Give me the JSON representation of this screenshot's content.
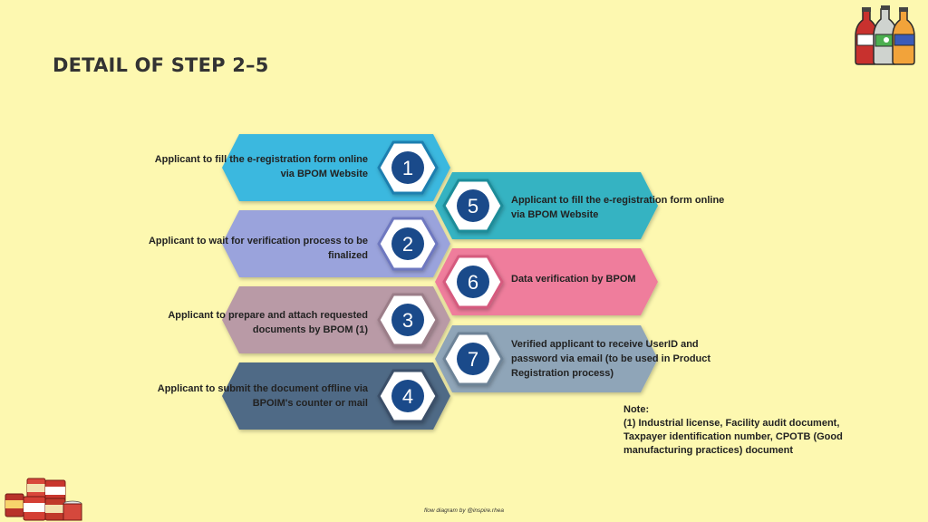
{
  "title": "DETAIL OF STEP 2–5",
  "colors": {
    "background": "#fdf8b0",
    "step1": "#3ab8df",
    "step2": "#9aa3dc",
    "step3": "#b99aa6",
    "step4": "#4f6a86",
    "step5": "#35b3c2",
    "step6": "#ef7d9c",
    "step7": "#8fa5b8",
    "circle": "#1a4a8a"
  },
  "steps": [
    {
      "number": "1",
      "line1": "Applicant to fill the e-registration form online",
      "line2": "via BPOM Website"
    },
    {
      "number": "2",
      "line1": "Applicant to wait for verification process to be",
      "line2": "finalized"
    },
    {
      "number": "3",
      "line1": "Applicant to prepare and attach requested",
      "line2": "documents by BPOM (1)"
    },
    {
      "number": "4",
      "line1": "Applicant to submit the document offline via",
      "line2": "BPOIM's counter or mail"
    },
    {
      "number": "5",
      "line1": "Applicant to fill the e-registration form online",
      "line2": "via BPOM Website"
    },
    {
      "number": "6",
      "line1": "Data verification by BPOM",
      "line2": ""
    },
    {
      "number": "7",
      "line1": "Verified applicant to receive UserID and",
      "line2": "password via email (to be used in Product",
      "line3": "Registration process)"
    }
  ],
  "note": {
    "heading": "Note:",
    "line1": "(1) Industrial license, Facility audit document,",
    "line2": "Taxpayer identification number, CPOTB (Good",
    "line3": "manufacturing practices) document"
  },
  "credit": "flow diagram by @inspire.rhea",
  "icons": [
    "soda-bottles-icon",
    "canned-food-icon"
  ]
}
